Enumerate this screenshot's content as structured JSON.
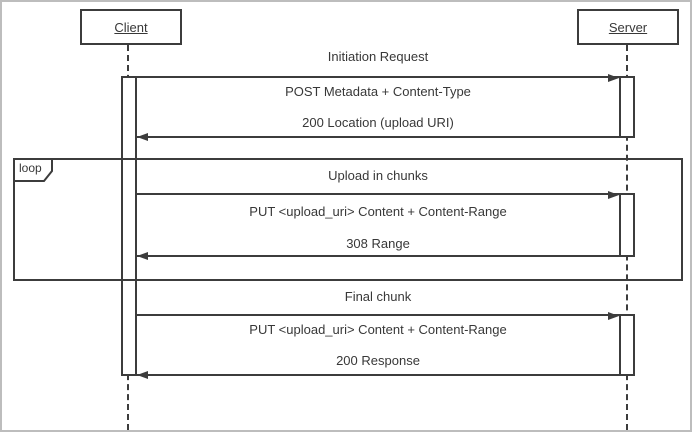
{
  "diagram": {
    "type": "uml-sequence-diagram",
    "actors": [
      {
        "label": "Client"
      },
      {
        "label": "Server"
      }
    ],
    "fragment": {
      "label": "loop"
    },
    "sections": [
      {
        "title": "Initiation Request",
        "request": "POST Metadata + Content-Type",
        "response": "200 Location (upload URI)"
      },
      {
        "title": "Upload in chunks",
        "request": "PUT <upload_uri> Content + Content-Range",
        "response": "308 Range",
        "inside_loop": true
      },
      {
        "title": "Final chunk",
        "request": "PUT <upload_uri> Content + Content-Range",
        "response": "200 Response"
      }
    ],
    "colors": {
      "line": "#3c3c3c",
      "text": "#383838",
      "background": "#ffffff",
      "page_border": "#bdbdbd"
    }
  }
}
